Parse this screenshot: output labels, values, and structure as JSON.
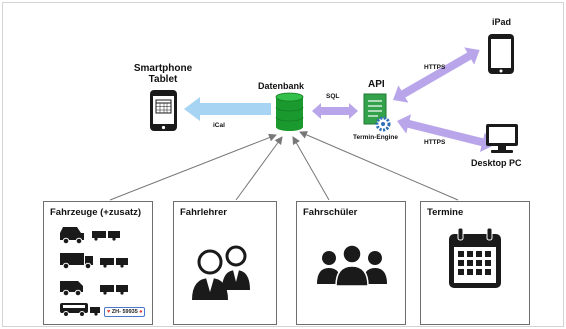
{
  "nodes": {
    "smartphone": {
      "label_line1": "Smartphone",
      "label_line2": "Tablet",
      "icon": "smartphone-calendar-icon"
    },
    "database": {
      "label": "Datenbank",
      "icon": "database-icon"
    },
    "api": {
      "label": "API",
      "sublabel": "Termin-Engine",
      "icon": "document-gear-icon"
    },
    "ipad": {
      "label": "iPad",
      "icon": "tablet-icon"
    },
    "desktop": {
      "label": "Desktop PC",
      "icon": "monitor-icon"
    }
  },
  "edges": {
    "db_to_smartphone": "iCal",
    "db_to_api": "SQL",
    "api_to_ipad": "HTTPS",
    "api_to_desktop": "HTTPS"
  },
  "boxes": [
    {
      "title": "Fahrzeuge (+zusatz)",
      "icon": "vehicles-icon",
      "plate_text": "ZH- 59935"
    },
    {
      "title": "Fahrlehrer",
      "icon": "instructors-icon"
    },
    {
      "title": "Fahrschüler",
      "icon": "students-group-icon"
    },
    {
      "title": "Termine",
      "icon": "calendar-icon"
    }
  ],
  "colors": {
    "arrow": "#b9a6ea",
    "arrow_ical": "#a7d4f3",
    "database": "#1a9a2e",
    "api": "#33a24a",
    "gear": "#2f6fb5",
    "connector": "#777777"
  }
}
